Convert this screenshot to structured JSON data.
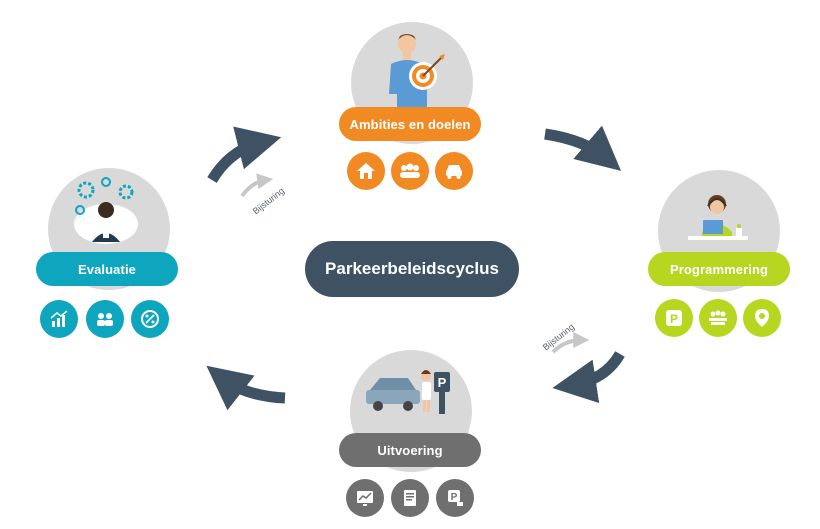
{
  "center": {
    "title": "Parkeerbeleidscyclus"
  },
  "stages": {
    "ambities": {
      "label": "Ambities en doelen",
      "color": "#f28a24",
      "icons": [
        "home-icon",
        "group-icon",
        "car-icon"
      ]
    },
    "programmering": {
      "label": "Programmering",
      "color": "#b6d61f",
      "icons": [
        "parking-sign-icon",
        "meeting-icon",
        "location-pin-icon"
      ]
    },
    "uitvoering": {
      "label": "Uitvoering",
      "color": "#6f6f6f",
      "icons": [
        "chart-screen-icon",
        "document-icon",
        "parking-meter-icon"
      ]
    },
    "evaluatie": {
      "label": "Evaluatie",
      "color": "#0ea5bf",
      "icons": [
        "growth-chart-icon",
        "discussion-icon",
        "percentage-icon"
      ]
    }
  },
  "feedback": {
    "left_label": "Bijsturing",
    "right_label": "Bijsturing"
  },
  "colors": {
    "arrow": "#3e5264",
    "feedback_arrow": "#c7c7c7",
    "circle_bg": "#d9d9d9"
  }
}
